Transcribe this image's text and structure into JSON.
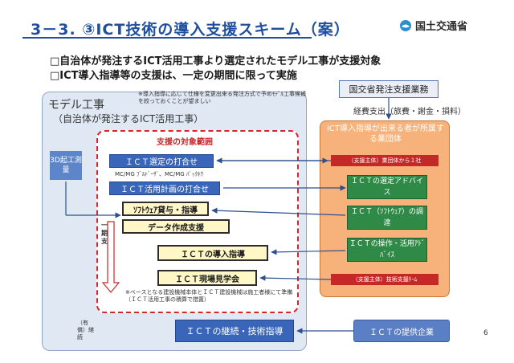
{
  "header": {
    "title": "3－3. ③ICT技術の導入支援スキーム（案）",
    "ministry": "国土交通省"
  },
  "bullets": [
    "□自治体が発注するICT活用工事より選定されたモデル工事が支援対象",
    "□ICT導入指導等の支援は、一定の期間に限って実施"
  ],
  "model": {
    "title": "モデル工事",
    "subtitle": "（自治体が発注するICT活用工事）",
    "note_top": "※導入指導に応じて仕様を変更出来る発注方式で予めﾓﾃﾞﾙ工事候補を絞っておくことが望ましい",
    "survey": "3D起工測量",
    "scope_title": "支援の対象範囲",
    "steps": {
      "meeting1": "ＩＣＴ選定の打合せ",
      "machines": "MC/MG ﾌﾞﾙﾄﾞｰｻﾞ、MC/MG ﾊﾞｯｸﾎｳ",
      "meeting2": "ＩＣＴ活用計画の打合せ",
      "software": "ｿﾌﾄｳｪｱ貸与・指導",
      "data": "データ作成支援",
      "ict_guidance": "ＩＣＴの導入指導",
      "site_visit": "ＩＣＴ現場見学会"
    },
    "period_label": "一定期間支援",
    "note_bottom": "※ベースとなる建設機械本体とＩＣＴ建設機械は施工者様にて準備（ＩＣＴ活用工事の積算で措置）",
    "continuation": "（有償）継続",
    "continuation_box": "ＩＣＴの継続・技術指導"
  },
  "support": {
    "national": "国交省発注支援業務",
    "expense": "経費支出（旅費・謝金・損料）",
    "org_title": "ICT導入指導が出来る者が所属する業団体",
    "agency_bar": "（支援主体）業団体から１社",
    "advice": "ＩＣＴの選定アドバイス",
    "software_proc": "ＩＣＴ（ｿﾌﾄｳｪｱ）の調達",
    "operation": "ＩＣＴの操作・活用ｱﾄﾞﾊﾞｲｽ",
    "tech_team": "（支援主体）技術支援ﾁｰﾑ",
    "vendor": "ＩＣＴの提供企業"
  },
  "page_number": "6",
  "colors": {
    "title_blue": "#1e4fa0",
    "model_bg": "#dfe8f3",
    "scope_border": "#d9232d",
    "step_blue": "#3a66b9",
    "highlight_yellow": "#fff7c8",
    "org_orange": "#f6b27a",
    "advice_green": "#2f8a47",
    "bar_red": "#c62828",
    "vendor_blue": "#5a7fc4"
  }
}
